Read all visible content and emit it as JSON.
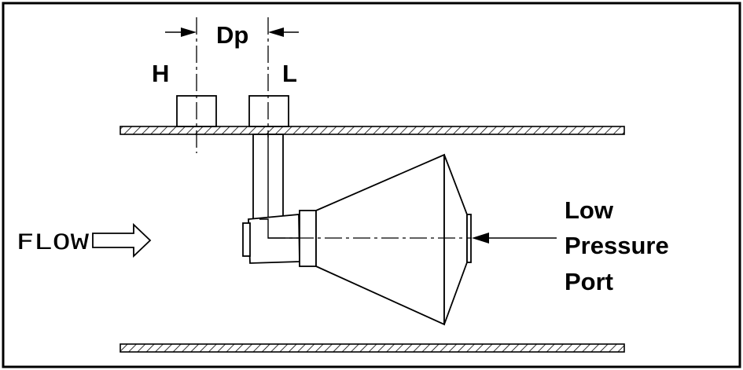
{
  "labels": {
    "h": "H",
    "dp": "Dp",
    "l": "L",
    "flow": "FLOW",
    "low_pressure_port": [
      "Low",
      "Pressure",
      "Port"
    ]
  }
}
